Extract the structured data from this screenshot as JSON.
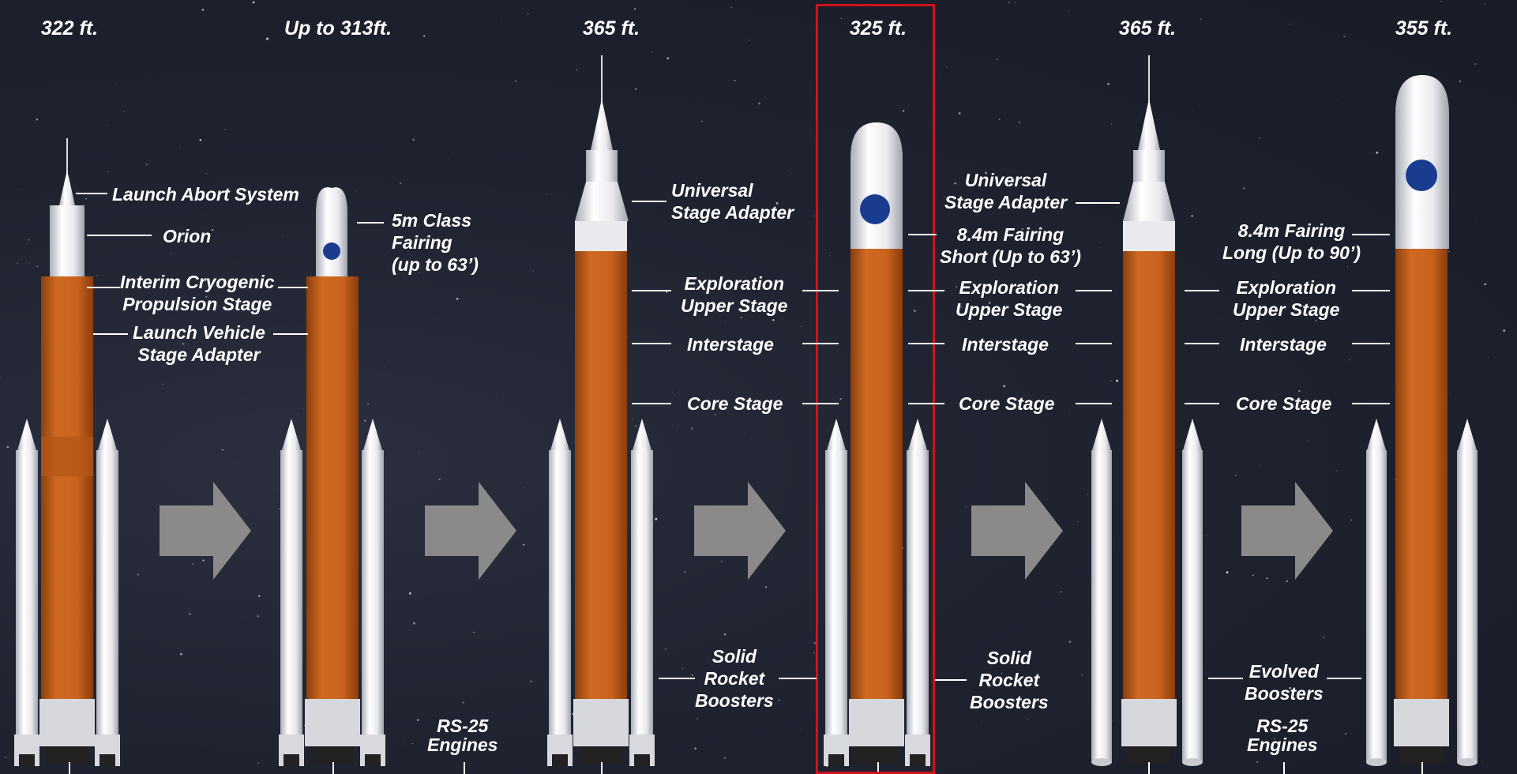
{
  "heights": [
    "322 ft.",
    "Up to 313ft.",
    "365 ft.",
    "325 ft.",
    "365 ft.",
    "355 ft."
  ],
  "labels": {
    "las": "Launch Abort System",
    "orion": "Orion",
    "icps": [
      "Interim Cryogenic",
      "Propulsion Stage"
    ],
    "lvsa": [
      "Launch Vehicle",
      "Stage Adapter"
    ],
    "fairing5m": [
      "5m Class",
      "Fairing",
      "(up to 63’)"
    ],
    "rs25": [
      "RS-25",
      "Engines"
    ],
    "usa": [
      "Universal",
      "Stage Adapter"
    ],
    "eus": [
      "Exploration",
      "Upper Stage"
    ],
    "interstage": "Interstage",
    "core": "Core Stage",
    "srb": [
      "Solid",
      "Rocket",
      "Boosters"
    ],
    "usa2": [
      "Universal",
      "Stage Adapter"
    ],
    "fairing_short": [
      "8.4m Fairing",
      "Short (Up to 63’)"
    ],
    "fairing_long": [
      "8.4m Fairing",
      "Long (Up to 90’)"
    ],
    "evolved": [
      "Evolved",
      "Boosters"
    ]
  },
  "colors": {
    "core": "#c8621e",
    "core_dark": "#a84e14",
    "booster": "#f2f2f4",
    "highlight": "#d0121b",
    "arrow": "#8a8a8a"
  }
}
